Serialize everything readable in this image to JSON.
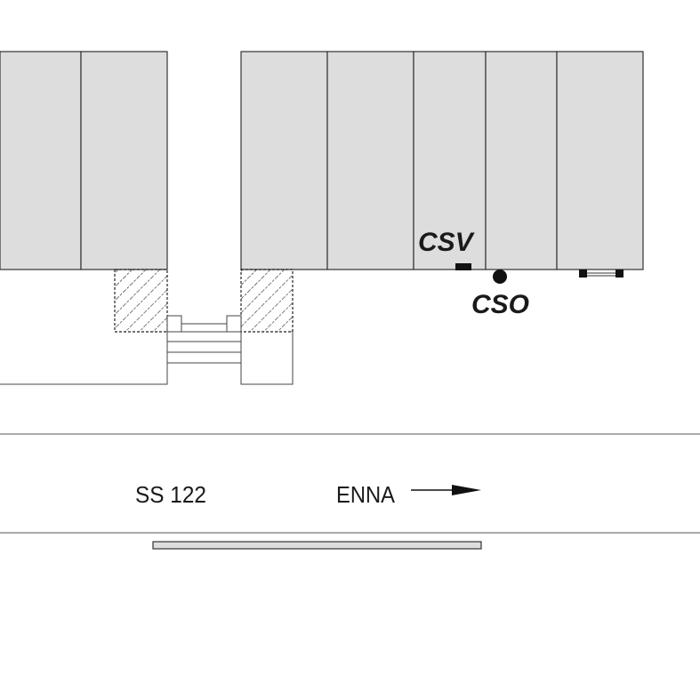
{
  "labels": {
    "csv": "CSV",
    "cso": "CSO",
    "road_name": "SS 122",
    "direction": "ENNA"
  },
  "colors": {
    "building_fill": "#dddddd",
    "line": "#333333",
    "marker": "#111111"
  }
}
